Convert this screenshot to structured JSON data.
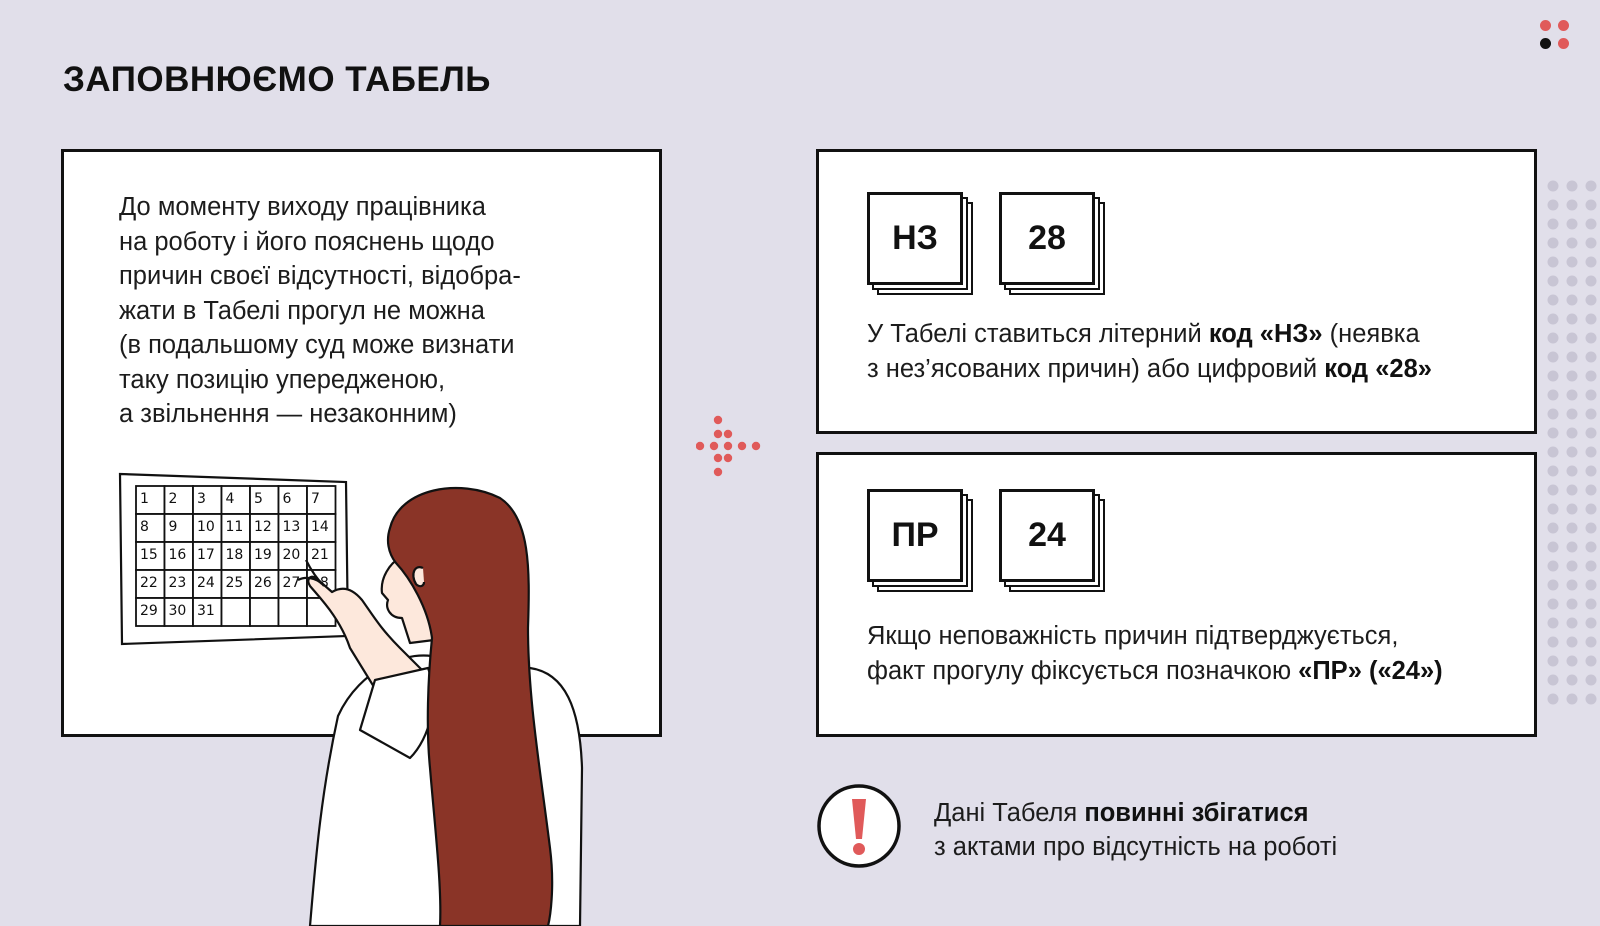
{
  "title": "ЗАПОВНЮЄМО ТАБЕЛЬ",
  "left_panel": {
    "lines": [
      "До моменту виходу працівника",
      "на роботу і його пояснень щодо",
      "причин своєї відсутності, відобра-",
      "жати в Табелі прогул не можна",
      "(в подальшому суд може визнати",
      "таку позицію упередженою,",
      "а звільнення — незаконним)"
    ],
    "calendar_days": [
      "1",
      "2",
      "3",
      "4",
      "5",
      "6",
      "7",
      "8",
      "9",
      "10",
      "11",
      "12",
      "13",
      "14",
      "15",
      "16",
      "17",
      "18",
      "19",
      "20",
      "21",
      "22",
      "23",
      "24",
      "25",
      "26",
      "27",
      "28",
      "29",
      "30",
      "31"
    ]
  },
  "card1": {
    "code_letter": "НЗ",
    "code_number": "28",
    "line1_pre": "У Табелі ставиться літерний ",
    "line1_bold": "код «НЗ»",
    "line1_post": " (неявка",
    "line2_pre": "з нез’ясованих причин) або цифровий ",
    "line2_bold": "код «28»"
  },
  "card2": {
    "code_letter": "ПР",
    "code_number": "24",
    "line1": "Якщо неповажність причин підтверджується,",
    "line2_pre": "факт прогулу фіксується позначкою ",
    "line2_bold": "«ПР» («24»)"
  },
  "warning": {
    "line1_pre": "Дані Табеля ",
    "line1_bold": "повинні збігатися",
    "line2": "з актами про відсутність на роботі",
    "icon": "exclamation-icon"
  },
  "colors": {
    "background": "#e1dfea",
    "accent": "#e05a5a",
    "ink": "#111111",
    "hair": "#8a3427"
  }
}
